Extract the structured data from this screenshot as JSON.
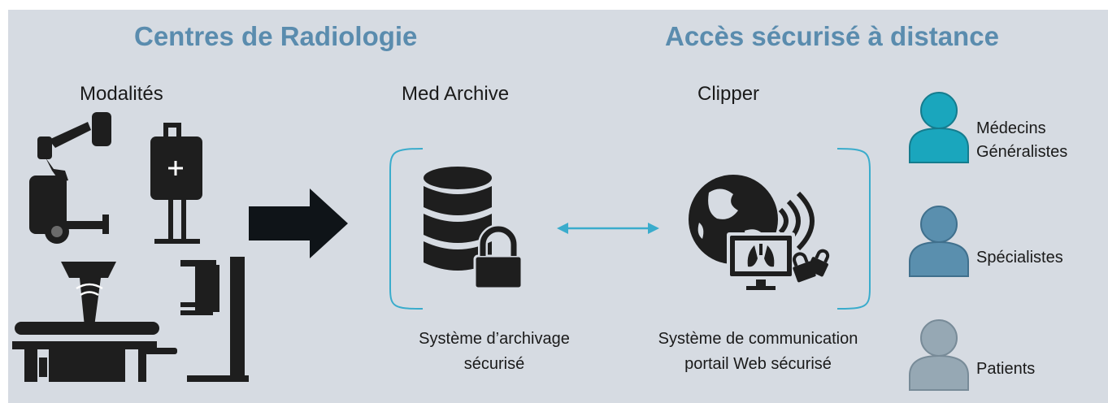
{
  "headings": {
    "left": "Centres de Radiologie",
    "right": "Accès sécurisé à distance"
  },
  "columns": {
    "modalities": "Modalités",
    "archive": "Med Archive",
    "clipper": "Clipper"
  },
  "captions": {
    "archive_line1": "Système d’archivage",
    "archive_line2": "sécurisé",
    "clipper_line1": "Système de communication",
    "clipper_line2": "portail Web sécurisé"
  },
  "users": [
    {
      "line1": "Médecins",
      "line2": "Généralistes",
      "color": "#1aa6bd"
    },
    {
      "line1": "Spécialistes",
      "color": "#5a8fae"
    },
    {
      "line1": "Patients",
      "color": "#96a8b4"
    }
  ],
  "colors": {
    "heading": "#5a8cae",
    "bracket": "#3aaccc",
    "link_arrow": "#3aaccc",
    "icon_dark": "#1e1e1e",
    "panel": "#d6dbe2"
  }
}
